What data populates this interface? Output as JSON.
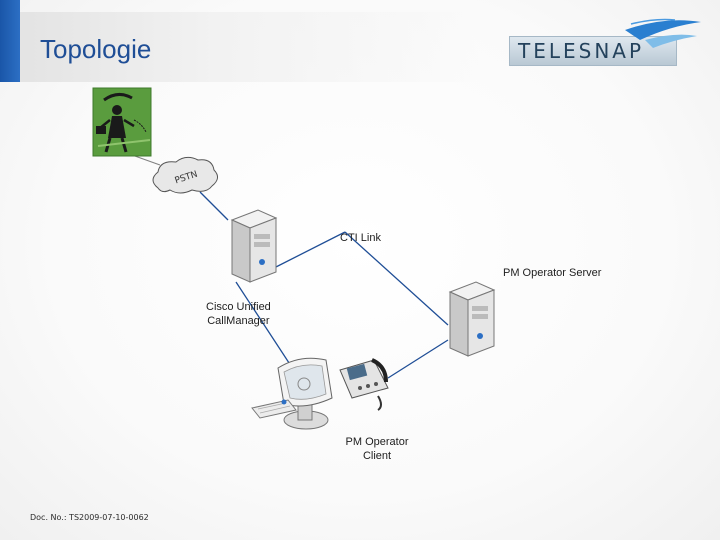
{
  "slide": {
    "title": "Topologie",
    "logo_text": "TELESNAP",
    "doc_number": "Doc. No.: TS2009-07-10-0062"
  },
  "diagram": {
    "nodes": {
      "pstn_label": "PSTN",
      "callmanager_line1": "Cisco Unified",
      "callmanager_line2": "CallManager",
      "pm_server": "PM Operator Server",
      "pm_client_line1": "PM Operator",
      "pm_client_line2": "Client"
    },
    "links": {
      "cti_link": "CTI Link"
    }
  },
  "colors": {
    "title": "#1f4e96",
    "title_accent": "#1a56a8",
    "link_line": "#1f4e96",
    "picture_green": "#5a9c3e"
  }
}
